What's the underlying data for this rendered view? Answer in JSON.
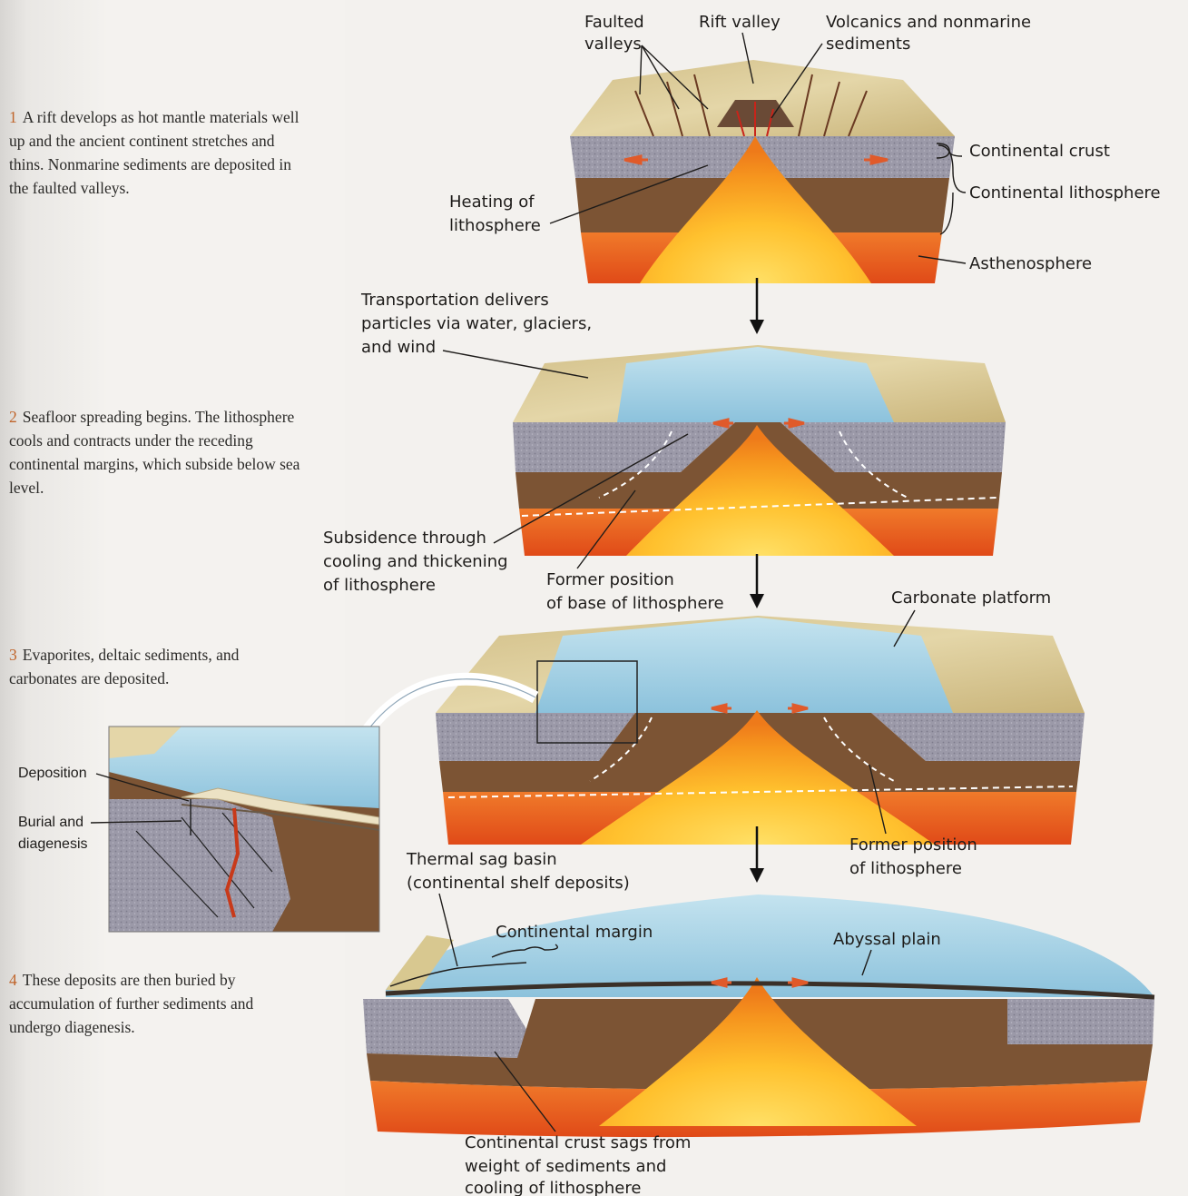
{
  "steps": [
    {
      "num": "1",
      "text": "A rift develops as hot mantle materials well up and the ancient continent stretches and thins. Nonmarine sediments are deposited in the faulted valleys."
    },
    {
      "num": "2",
      "text": "Seafloor spreading begins. The lithosphere cools and contracts under the receding continental margins, which subside below sea level."
    },
    {
      "num": "3",
      "text": "Evaporites, deltaic sediments, and carbonates are deposited."
    },
    {
      "num": "4",
      "text": "These deposits are then buried by accumulation of further sediments and undergo diagenesis."
    }
  ],
  "labels": {
    "faulted_valleys": [
      "Faulted",
      "valleys"
    ],
    "rift_valley": "Rift valley",
    "volcanics": [
      "Volcanics and nonmarine",
      "sediments"
    ],
    "continental_crust": "Continental crust",
    "continental_lithosphere": "Continental lithosphere",
    "heating": [
      "Heating of",
      "lithosphere"
    ],
    "asthenosphere": "Asthenosphere",
    "transportation": [
      "Transportation delivers",
      "particles via water, glaciers,",
      "and wind"
    ],
    "subsidence": [
      "Subsidence through",
      "cooling and thickening",
      "of lithosphere"
    ],
    "former_base": [
      "Former position",
      "of base of lithosphere"
    ],
    "carbonate": "Carbonate platform",
    "deposition": "Deposition",
    "burial": [
      "Burial and",
      "diagenesis"
    ],
    "thermal_sag": [
      "Thermal sag basin",
      "(continental shelf deposits)"
    ],
    "former_lith": [
      "Former position",
      "of lithosphere"
    ],
    "continental_margin": "Continental margin",
    "abyssal_plain": "Abyssal plain",
    "sags": [
      "Continental crust sags from",
      "weight of sediments and",
      "cooling of lithosphere"
    ]
  },
  "colors": {
    "land": "#d9c99a",
    "crust": "#9a98a6",
    "lith": "#7a5232",
    "astheno": "#e35a1f",
    "magma_core": "#ffd23a",
    "sea": "#a9d3e4",
    "deep_sea": "#7fb8d8",
    "sediment": "#e8d8b0"
  }
}
